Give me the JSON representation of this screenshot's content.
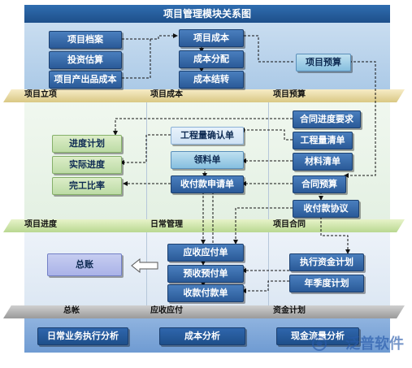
{
  "title": "项目管理模块关系图",
  "bands": {
    "band1": [
      "项目立项",
      "项目成本",
      "项目预算"
    ],
    "band2": [
      "项目进度",
      "日常管理",
      "项目合同"
    ],
    "band3": [
      "总帐",
      "应收应付",
      "资金计划"
    ]
  },
  "boxes": {
    "project_archive": "项目档案",
    "investment_estimate": "投资估算",
    "product_cost": "项目产出品成本",
    "project_cost": "项目成本",
    "cost_allocation": "成本分配",
    "cost_carryover": "成本结转",
    "project_budget": "项目预算",
    "contract_progress": "合同进度要求",
    "quantity_confirm": "工程量确认单",
    "quantity_list": "工程量清单",
    "progress_plan": "进度计划",
    "actual_progress": "实际进度",
    "material_requisition": "领料单",
    "material_list": "材料清单",
    "completion_ratio": "完工比率",
    "payment_request": "收付款申请单",
    "contract_budget": "合同预算",
    "payment_agreement": "收付款协议",
    "receivable_payable": "应收应付单",
    "prepayment": "预收预付单",
    "payment_voucher": "收款付款单",
    "ledger": "总账",
    "fund_plan": "执行资金计划",
    "annual_plan": "年季度计划",
    "daily_analysis": "日常业务执行分析",
    "cost_analysis": "成本分析",
    "cash_analysis": "现金流量分析"
  },
  "watermark": "泛普软件"
}
